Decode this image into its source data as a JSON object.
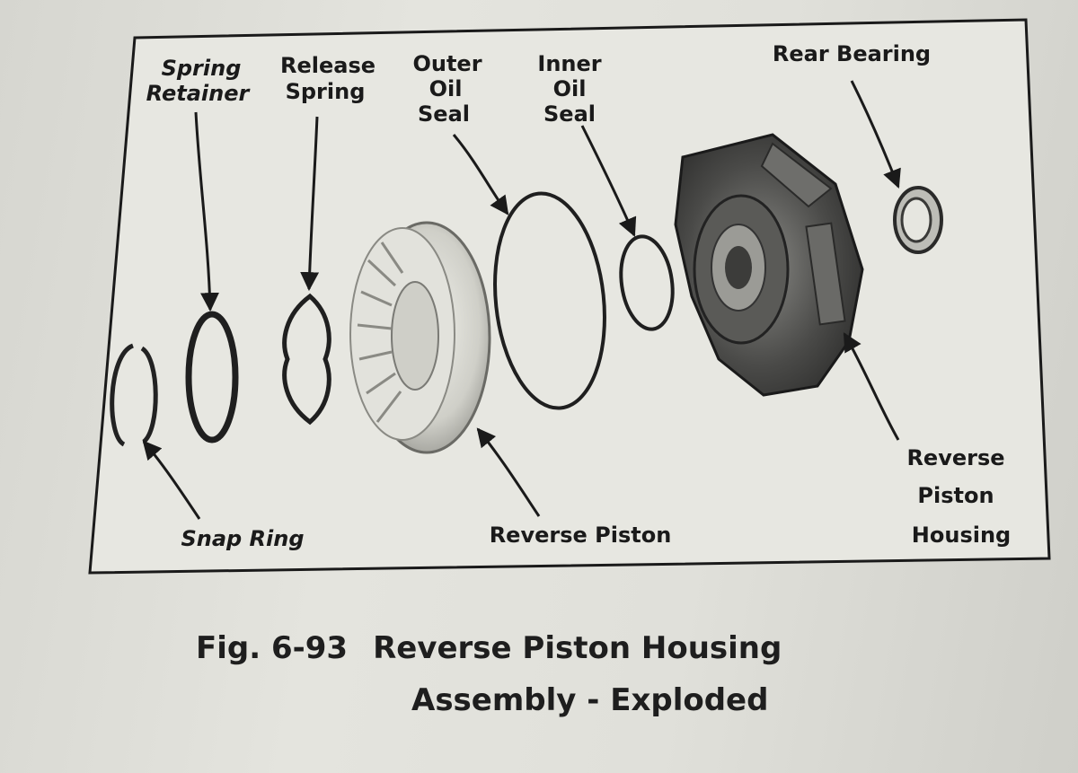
{
  "labels": {
    "spring_retainer": [
      "Spring",
      "Retainer"
    ],
    "release_spring": [
      "Release",
      "Spring"
    ],
    "outer_oil_seal": [
      "Outer",
      "Oil",
      "Seal"
    ],
    "inner_oil_seal": [
      "Inner",
      "Oil",
      "Seal"
    ],
    "rear_bearing": "Rear Bearing",
    "snap_ring": "Snap Ring",
    "reverse_piston": "Reverse Piston",
    "reverse_piston_housing": [
      "Reverse",
      "Piston",
      "Housing"
    ]
  },
  "caption": {
    "number": "Fig. 6-93",
    "title_line1": "Reverse Piston Housing",
    "title_line2": "Assembly - Exploded"
  }
}
